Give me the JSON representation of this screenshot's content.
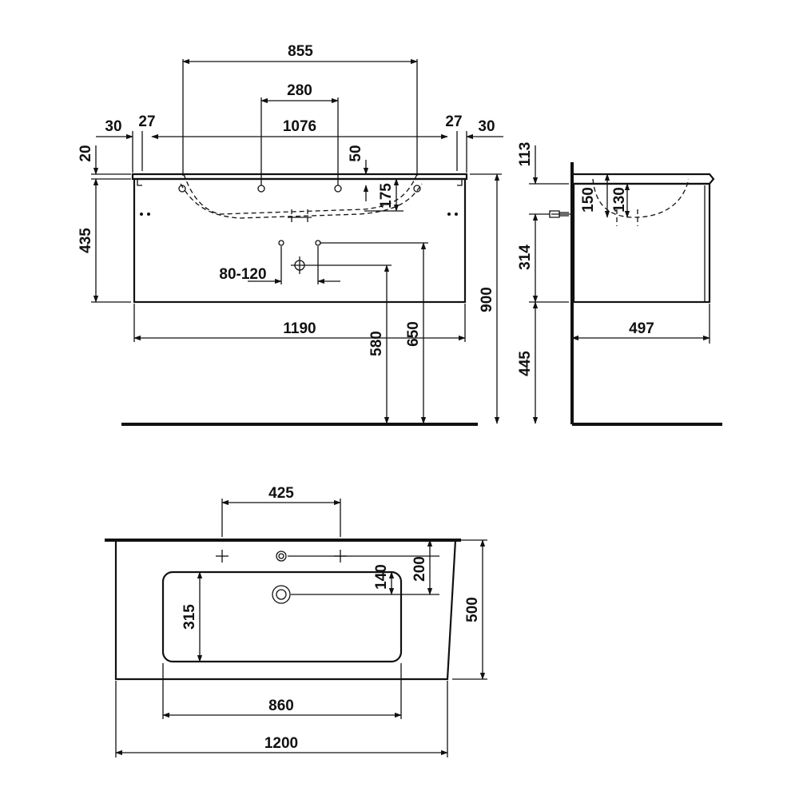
{
  "diagram": {
    "front_view": {
      "dims": {
        "d855": "855",
        "d280": "280",
        "d1076": "1076",
        "d30_left": "30",
        "d27_left": "27",
        "d27_right": "27",
        "d30_right": "30",
        "d20": "20",
        "d50": "50",
        "d175": "175",
        "d435": "435",
        "d80_120": "80-120",
        "d1190": "1190",
        "d580": "580",
        "d650": "650",
        "d900": "900"
      }
    },
    "side_view": {
      "dims": {
        "d113": "113",
        "d150": "150",
        "d130": "130",
        "d314": "314",
        "d497": "497",
        "d445": "445"
      }
    },
    "top_view": {
      "dims": {
        "d425": "425",
        "d200": "200",
        "d140": "140",
        "d315": "315",
        "d500": "500",
        "d860": "860",
        "d1200": "1200"
      }
    }
  }
}
